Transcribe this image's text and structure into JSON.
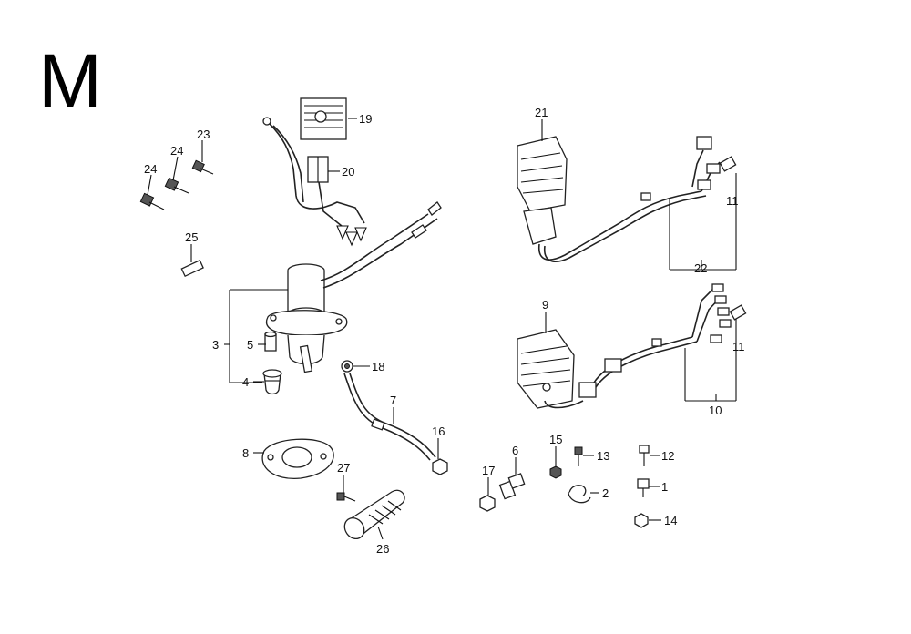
{
  "section_letter": "M",
  "callouts": [
    {
      "id": "c1",
      "text": "1"
    },
    {
      "id": "c2",
      "text": "2"
    },
    {
      "id": "c3",
      "text": "3"
    },
    {
      "id": "c4",
      "text": "4"
    },
    {
      "id": "c5",
      "text": "5"
    },
    {
      "id": "c6",
      "text": "6"
    },
    {
      "id": "c7",
      "text": "7"
    },
    {
      "id": "c8",
      "text": "8"
    },
    {
      "id": "c9",
      "text": "9"
    },
    {
      "id": "c10",
      "text": "10"
    },
    {
      "id": "c11a",
      "text": "11"
    },
    {
      "id": "c11b",
      "text": "11"
    },
    {
      "id": "c12",
      "text": "12"
    },
    {
      "id": "c13",
      "text": "13"
    },
    {
      "id": "c14",
      "text": "14"
    },
    {
      "id": "c15",
      "text": "15"
    },
    {
      "id": "c16",
      "text": "16"
    },
    {
      "id": "c17",
      "text": "17"
    },
    {
      "id": "c18",
      "text": "18"
    },
    {
      "id": "c19",
      "text": "19"
    },
    {
      "id": "c20",
      "text": "20"
    },
    {
      "id": "c21",
      "text": "21"
    },
    {
      "id": "c22",
      "text": "22"
    },
    {
      "id": "c23",
      "text": "23"
    },
    {
      "id": "c24a",
      "text": "24"
    },
    {
      "id": "c24b",
      "text": "24"
    },
    {
      "id": "c25",
      "text": "25"
    },
    {
      "id": "c26",
      "text": "26"
    },
    {
      "id": "c27",
      "text": "27"
    }
  ]
}
